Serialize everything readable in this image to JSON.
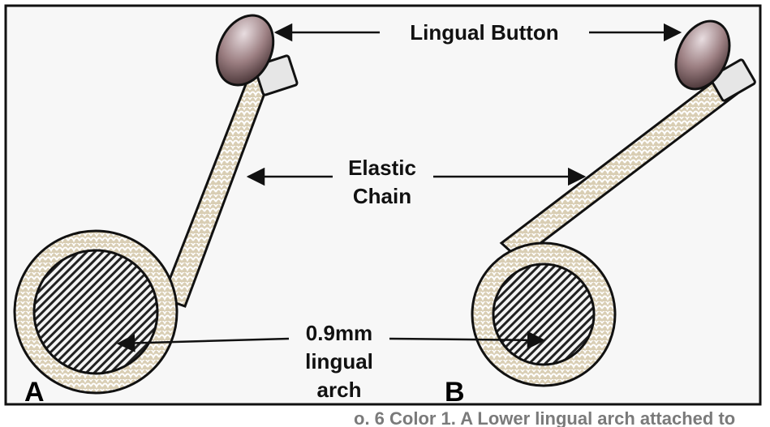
{
  "labels": {
    "lingual_button": "Lingual Button",
    "elastic_chain_line1": "Elastic",
    "elastic_chain_line2": "Chain",
    "arch_line1": "0.9mm",
    "arch_line2": "lingual",
    "arch_line3": "arch"
  },
  "panels": {
    "a": "A",
    "b": "B"
  },
  "caption_fragment": "o. 6 Color 1. A Lower lingual arch attached to",
  "colors": {
    "frame": "#111111",
    "chain_fill": "#d9ceb4",
    "button_fill": "#9c7f82",
    "wire_hatch": "#222222"
  }
}
